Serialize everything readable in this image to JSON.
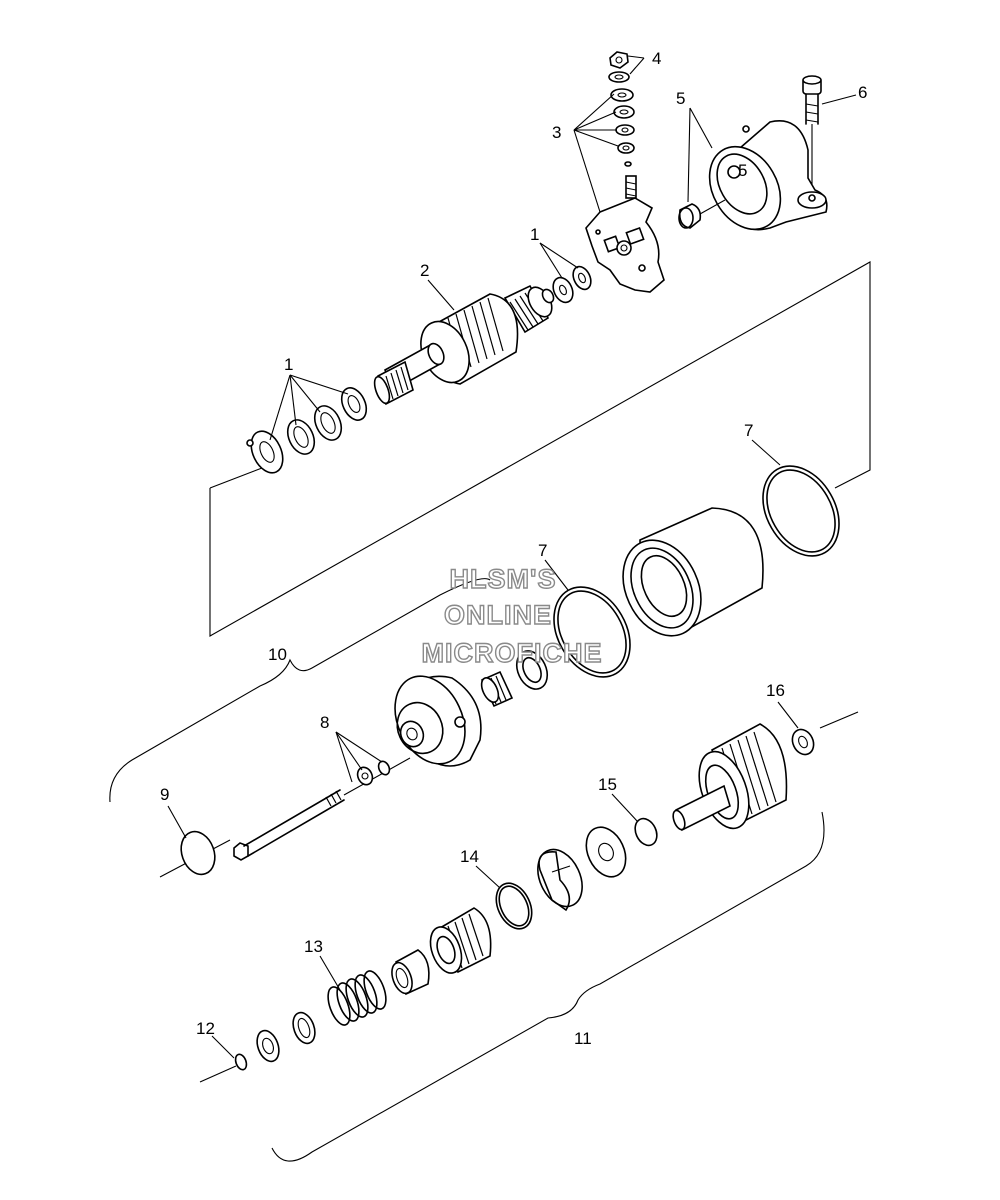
{
  "watermark": {
    "lines": [
      "HLSM'S",
      "ONLINE",
      "MICROFICHE"
    ]
  },
  "callouts": {
    "c1a": "1",
    "c1b": "1",
    "c2": "2",
    "c3": "3",
    "c4": "4",
    "c5a": "5",
    "c5b": "5",
    "c6": "6",
    "c7a": "7",
    "c7b": "7",
    "c8": "8",
    "c9": "9",
    "c10": "10",
    "c11": "11",
    "c12": "12",
    "c13": "13",
    "c14": "14",
    "c15": "15",
    "c16": "16"
  }
}
